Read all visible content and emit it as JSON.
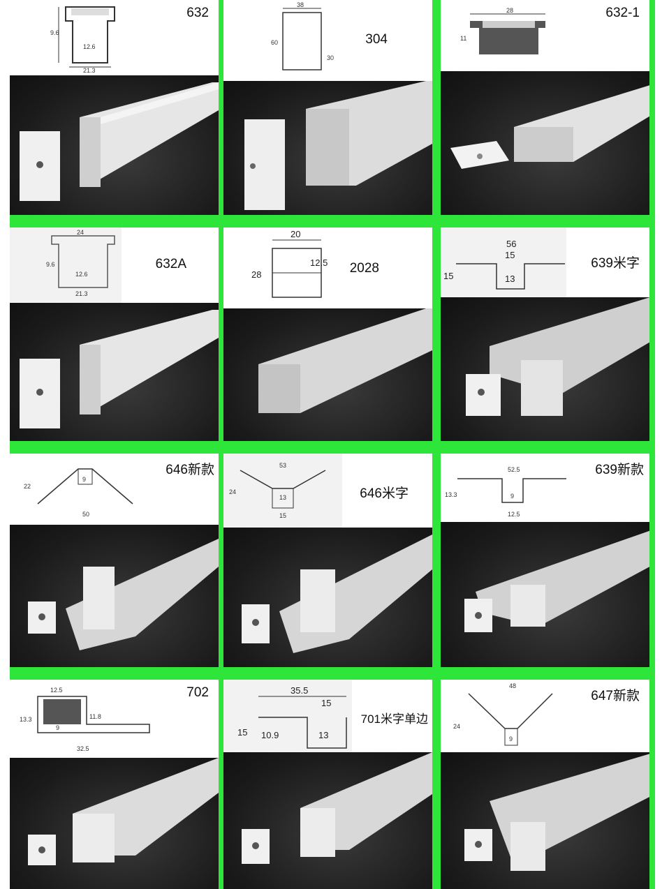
{
  "grid": {
    "rows": [
      [
        {
          "model": "632",
          "dims": [
            "9.6",
            "12.6",
            "21.3"
          ]
        },
        {
          "model": "304",
          "dims": [
            "38",
            "60",
            "30"
          ]
        },
        {
          "model": "632-1",
          "dims": [
            "28",
            "11"
          ]
        }
      ],
      [
        {
          "model": "632A",
          "dims": [
            "24",
            "9.6",
            "12.6",
            "21.3"
          ]
        },
        {
          "model": "2028",
          "dims": [
            "20",
            "28",
            "12.5"
          ]
        },
        {
          "model": "639米字",
          "dims": [
            "56",
            "15",
            "15",
            "13"
          ]
        }
      ],
      [
        {
          "model": "646新款",
          "dims": [
            "22",
            "9",
            "50"
          ]
        },
        {
          "model": "646米字",
          "dims": [
            "53",
            "24",
            "13",
            "15"
          ]
        },
        {
          "model": "639新款",
          "dims": [
            "52.5",
            "13.3",
            "9",
            "12.5"
          ]
        }
      ],
      [
        {
          "model": "702",
          "dims": [
            "12.5",
            "13.3",
            "11.8",
            "9",
            "32.5"
          ]
        },
        {
          "model": "701米字单边",
          "dims": [
            "35.5",
            "15",
            "15",
            "10.9",
            "13"
          ]
        },
        {
          "model": "647新款",
          "dims": [
            "48",
            "24",
            "9"
          ]
        }
      ]
    ]
  },
  "colors": {
    "border_green": "#2ee63a",
    "photo_bg": "#1c1c1c",
    "profile": "#e8e8e8"
  }
}
